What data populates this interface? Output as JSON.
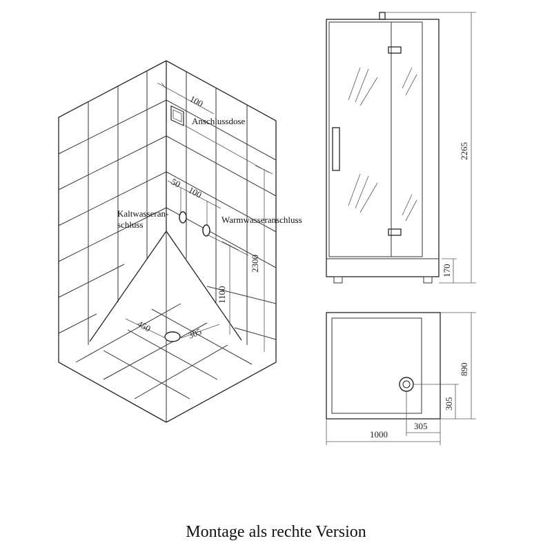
{
  "labels": {
    "connection_box": "Anschlussdose",
    "cold_water_line1": "Kaltwasseran-",
    "cold_water_line2": "schluss",
    "warm_water": "Warmwasseranschluss"
  },
  "dimensions": {
    "box_offset": "100",
    "cold_offset": "50",
    "warm_offset": "100",
    "total_height": "2300",
    "valve_height": "1100",
    "drain_x": "450",
    "drain_y": "305",
    "cabin_height": "2265",
    "base_height": "170",
    "depth": "890",
    "drain_side": "305",
    "width": "1000",
    "drain_front": "305"
  },
  "caption": "Montage als rechte Version"
}
